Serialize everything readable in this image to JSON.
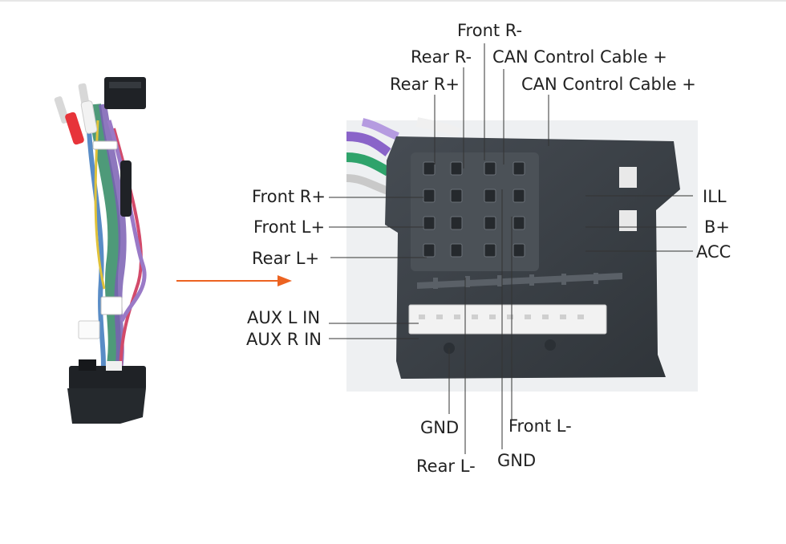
{
  "colors": {
    "background": "#ffffff",
    "arrow": "#ec6321",
    "text": "#222222",
    "leader": "#333333",
    "connector_body": "#3a3f45",
    "connector_cavity": "#4b5157",
    "photo_bg": "#eef0f2"
  },
  "labels": {
    "front_r_minus": "Front R-",
    "rear_r_minus": "Rear R-",
    "can_control_1": "CAN Control Cable +",
    "rear_r_plus": "Rear R+",
    "can_control_2": "CAN Control Cable +",
    "front_r_plus": "Front R+",
    "front_l_plus": "Front L+",
    "rear_l_plus": "Rear L+",
    "ill": "ILL",
    "b_plus": "B+",
    "acc": "ACC",
    "aux_l_in": "AUX L IN",
    "aux_r_in": "AUX R IN",
    "gnd_left": "GND",
    "rear_l_minus": "Rear L-",
    "front_l_minus": "Front L-",
    "gnd_right": "GND"
  },
  "icons": {
    "harness": "wiring-harness-photo",
    "connector": "iso-connector-photo",
    "arrow": "arrow-right-icon"
  }
}
